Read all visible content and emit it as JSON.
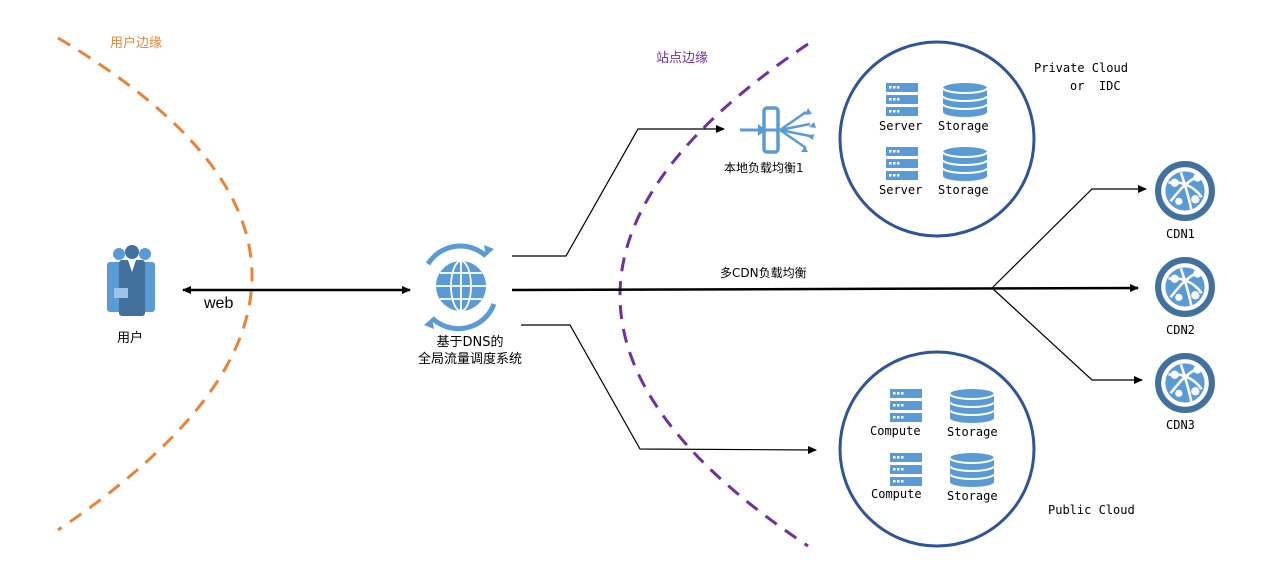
{
  "labels": {
    "user_edge": "用户边缘",
    "site_edge": "站点边缘",
    "web": "web",
    "user": "用户",
    "dns_line1": "基于DNS的",
    "dns_line2": "全局流量调度系统",
    "local_lb": "本地负载均衡1",
    "multi_cdn": "多CDN负载均衡",
    "private_cloud_line1": "Private Cloud",
    "private_cloud_line2": "or  IDC",
    "public_cloud": "Public Cloud",
    "cdn1": "CDN1",
    "cdn2": "CDN2",
    "cdn3": "CDN3"
  },
  "private_cloud": {
    "rows": [
      {
        "left": "Server",
        "right": "Storage"
      },
      {
        "left": "Server",
        "right": "Storage"
      }
    ]
  },
  "public_cloud_nodes": {
    "rows": [
      {
        "left": "Compute",
        "right": "Storage"
      },
      {
        "left": "Compute",
        "right": "Storage"
      }
    ]
  },
  "icons": {
    "user": "user-group-icon",
    "dns": "globe-refresh-icon",
    "local_lb": "load-balancer-icon",
    "server": "server-icon",
    "storage": "database-icon",
    "cdn": "network-globe-icon"
  },
  "colors": {
    "user_edge": "#E8843A",
    "site_edge": "#7030A0",
    "icon_blue": "#5B9BD5",
    "icon_dark": "#41719C",
    "cloud_circle": "#2F5597",
    "line": "#000000"
  }
}
